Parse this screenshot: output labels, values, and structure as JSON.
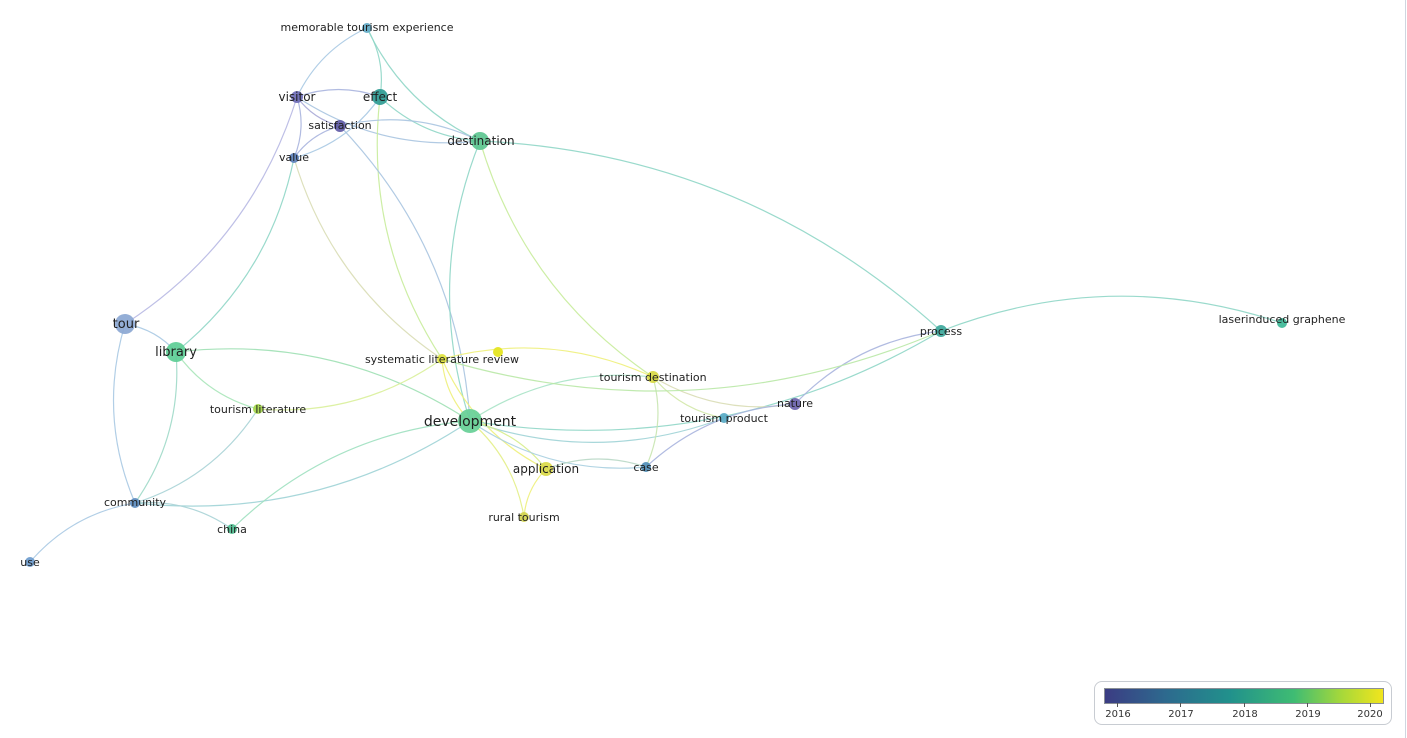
{
  "nodes": [
    {
      "id": "memorable",
      "label": "memorable tourism experience",
      "color": "#5fa8c4"
    },
    {
      "id": "visitor",
      "label": "visitor",
      "color": "#6c6bb6"
    },
    {
      "id": "effect",
      "label": "effect",
      "color": "#2e9b92"
    },
    {
      "id": "satisfaction",
      "label": "satisfaction",
      "color": "#5f5aa6"
    },
    {
      "id": "destination",
      "label": "destination",
      "color": "#5cc690"
    },
    {
      "id": "value",
      "label": "value",
      "color": "#5b7fbb"
    },
    {
      "id": "tour",
      "label": "tour",
      "color": "#8ba7d3"
    },
    {
      "id": "library",
      "label": "library",
      "color": "#5ccd95"
    },
    {
      "id": "slr",
      "label": "systematic literature review",
      "color": "#dfe33e"
    },
    {
      "id": "tourismdest",
      "label": "tourism destination",
      "color": "#d7d843"
    },
    {
      "id": "process",
      "label": "process",
      "color": "#3da79b"
    },
    {
      "id": "graphene",
      "label": "laserinduced graphene",
      "color": "#3db897"
    },
    {
      "id": "tourismlit",
      "label": "tourism literature",
      "color": "#a5d64a"
    },
    {
      "id": "development",
      "label": "development",
      "color": "#66cf96"
    },
    {
      "id": "tourismprod",
      "label": "tourism product",
      "color": "#57a9c4"
    },
    {
      "id": "nature",
      "label": "nature",
      "color": "#6b63ad"
    },
    {
      "id": "application",
      "label": "application",
      "color": "#d9d948"
    },
    {
      "id": "case",
      "label": "case",
      "color": "#4f8eb7"
    },
    {
      "id": "community",
      "label": "community",
      "color": "#5d8cbf"
    },
    {
      "id": "china",
      "label": "china",
      "color": "#4fbd90"
    },
    {
      "id": "ruraltourism",
      "label": "rural tourism",
      "color": "#d2d44d"
    },
    {
      "id": "use",
      "label": "use",
      "color": "#6d9bcd"
    }
  ],
  "edges": [
    {
      "from": "memorable",
      "to": "visitor",
      "color": "#a9c9e3"
    },
    {
      "from": "memorable",
      "to": "effect",
      "color": "#8fd6c6"
    },
    {
      "from": "memorable",
      "to": "destination",
      "color": "#8fd6c6"
    },
    {
      "from": "visitor",
      "to": "effect",
      "color": "#a9b4de"
    },
    {
      "from": "visitor",
      "to": "satisfaction",
      "color": "#a9a8d6"
    },
    {
      "from": "visitor",
      "to": "value",
      "color": "#a9b4de"
    },
    {
      "from": "visitor",
      "to": "destination",
      "color": "#a9c4e0"
    },
    {
      "from": "visitor",
      "to": "tour",
      "color": "#b7b8e3"
    },
    {
      "from": "effect",
      "to": "destination",
      "color": "#8fd6c6"
    },
    {
      "from": "effect",
      "to": "value",
      "color": "#a9c9e3"
    },
    {
      "from": "effect",
      "to": "slr",
      "color": "#c8ec9b"
    },
    {
      "from": "satisfaction",
      "to": "destination",
      "color": "#a9c4e0"
    },
    {
      "from": "satisfaction",
      "to": "value",
      "color": "#a9b4de"
    },
    {
      "from": "satisfaction",
      "to": "development",
      "color": "#a9c4e0"
    },
    {
      "from": "destination",
      "to": "development",
      "color": "#8fd6c6"
    },
    {
      "from": "destination",
      "to": "process",
      "color": "#8fd6c6"
    },
    {
      "from": "destination",
      "to": "tourismdest",
      "color": "#c8ec9b"
    },
    {
      "from": "value",
      "to": "library",
      "color": "#8fd6c6"
    },
    {
      "from": "value",
      "to": "slr",
      "color": "#d9ddb5"
    },
    {
      "from": "tour",
      "to": "library",
      "color": "#a9c9e3"
    },
    {
      "from": "tour",
      "to": "community",
      "color": "#a9c9e3"
    },
    {
      "from": "library",
      "to": "development",
      "color": "#9fe0b4"
    },
    {
      "from": "library",
      "to": "tourismlit",
      "color": "#a9e6b9"
    },
    {
      "from": "library",
      "to": "community",
      "color": "#9fd9c8"
    },
    {
      "from": "slr",
      "to": "development",
      "color": "#eef07a"
    },
    {
      "from": "slr",
      "to": "tourismdest",
      "color": "#eef07a"
    },
    {
      "from": "slr",
      "to": "application",
      "color": "#eef07a"
    },
    {
      "from": "slr",
      "to": "tourismlit",
      "color": "#d9f09a"
    },
    {
      "from": "development",
      "to": "process",
      "color": "#8fd6c6"
    },
    {
      "from": "development",
      "to": "tourismdest",
      "color": "#a9e3c6"
    },
    {
      "from": "development",
      "to": "tourismprod",
      "color": "#9fd3d6"
    },
    {
      "from": "development",
      "to": "application",
      "color": "#d6ed8a"
    },
    {
      "from": "development",
      "to": "case",
      "color": "#a9cfe0"
    },
    {
      "from": "development",
      "to": "community",
      "color": "#9fd3d6"
    },
    {
      "from": "development",
      "to": "china",
      "color": "#9fe0c0"
    },
    {
      "from": "development",
      "to": "ruraltourism",
      "color": "#e3ee86"
    },
    {
      "from": "tourismdest",
      "to": "nature",
      "color": "#d9ddb5"
    },
    {
      "from": "tourismdest",
      "to": "case",
      "color": "#c8e6b0"
    },
    {
      "from": "tourismdest",
      "to": "tourismprod",
      "color": "#d3e8a8"
    },
    {
      "from": "process",
      "to": "graphene",
      "color": "#8fd6c6"
    },
    {
      "from": "process",
      "to": "nature",
      "color": "#a9b4de"
    },
    {
      "from": "process",
      "to": "slr",
      "color": "#b9e8a6"
    },
    {
      "from": "nature",
      "to": "case",
      "color": "#a9b4de"
    },
    {
      "from": "application",
      "to": "case",
      "color": "#b9d8c6"
    },
    {
      "from": "application",
      "to": "ruraltourism",
      "color": "#eef07a"
    },
    {
      "from": "community",
      "to": "china",
      "color": "#a9d3d6"
    },
    {
      "from": "community",
      "to": "use",
      "color": "#a9c9e3"
    },
    {
      "from": "tourismlit",
      "to": "community",
      "color": "#a9d3d6"
    }
  ],
  "legend": {
    "ticks": [
      "2016",
      "2017",
      "2018",
      "2019",
      "2020"
    ],
    "colors": [
      "#3b3c83",
      "#2d6a8e",
      "#21918c",
      "#3fbc73",
      "#a6d83a",
      "#f1e51d"
    ]
  }
}
